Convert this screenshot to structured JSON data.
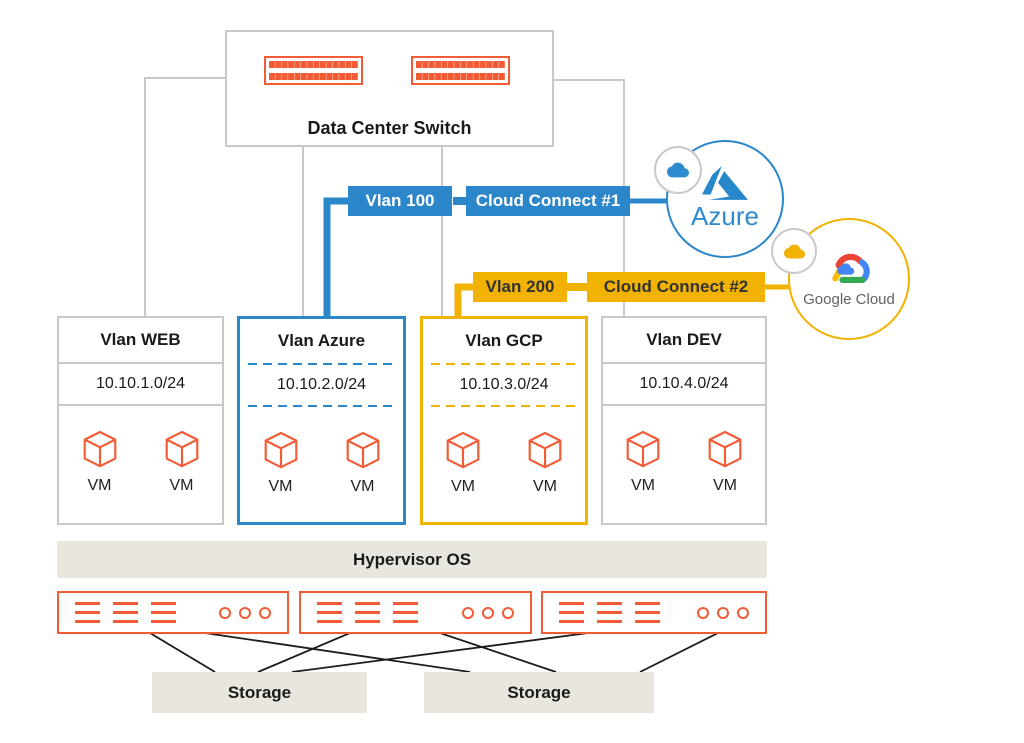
{
  "switch": {
    "label": "Data Center Switch"
  },
  "links": {
    "azure": {
      "vlan": "Vlan 100",
      "connect": "Cloud Connect #1"
    },
    "gcp": {
      "vlan": "Vlan 200",
      "connect": "Cloud Connect #2"
    }
  },
  "clouds": {
    "azure": {
      "name": "Azure"
    },
    "gcp": {
      "name": "Google Cloud"
    }
  },
  "vlans": [
    {
      "name": "Vlan WEB",
      "subnet": "10.10.1.0/24",
      "vms": [
        "VM",
        "VM"
      ]
    },
    {
      "name": "Vlan Azure",
      "subnet": "10.10.2.0/24",
      "vms": [
        "VM",
        "VM"
      ]
    },
    {
      "name": "Vlan GCP",
      "subnet": "10.10.3.0/24",
      "vms": [
        "VM",
        "VM"
      ]
    },
    {
      "name": "Vlan DEV",
      "subnet": "10.10.4.0/24",
      "vms": [
        "VM",
        "VM"
      ]
    }
  ],
  "hypervisor": {
    "label": "Hypervisor OS"
  },
  "storage": [
    {
      "label": "Storage"
    },
    {
      "label": "Storage"
    }
  ],
  "colors": {
    "accent_blue": "#2b87c9",
    "accent_yellow": "#f2b202",
    "accent_orange": "#f15b35",
    "line_gray": "#c9c9c9",
    "panel_beige": "#e9e6dd",
    "azure_logo_blue": "#2e8bd0",
    "gcp_text_gray": "#5f6368",
    "google_red": "#ea4335",
    "google_blue": "#4285f4",
    "google_green": "#34a853",
    "google_yellow": "#fbbc05"
  }
}
